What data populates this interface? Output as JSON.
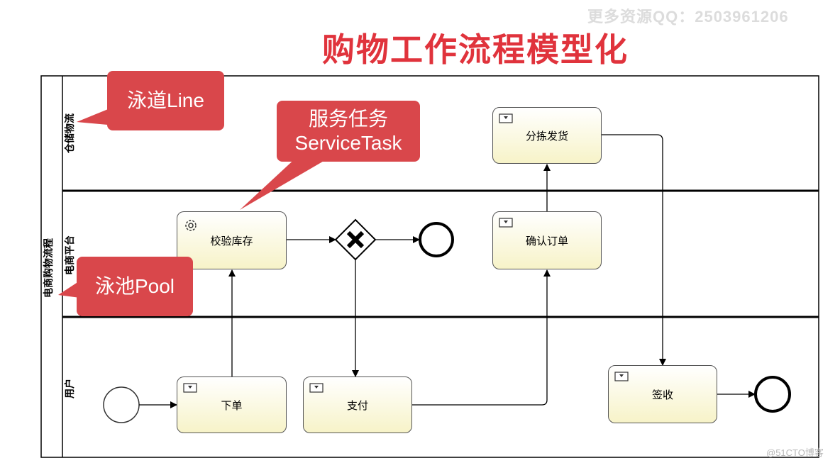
{
  "watermark": "更多资源QQ：2503961206",
  "title": "购物工作流程模型化",
  "pool": {
    "label": "电商购物流程"
  },
  "lanes": {
    "warehouse": "仓储物流",
    "platform": "电商平台",
    "user": "用户"
  },
  "tasks": {
    "check_stock": "校验库存",
    "confirm_order": "确认订单",
    "sort_ship": "分拣发货",
    "place_order": "下单",
    "pay": "支付",
    "sign": "签收"
  },
  "callouts": {
    "lane": "泳道Line",
    "service_task_line1": "服务任务",
    "service_task_line2": "ServiceTask",
    "pool": "泳池Pool"
  },
  "corner_watermark": "@51CTO博客",
  "colors": {
    "title": "#e0333c",
    "callout": "#d9474b",
    "task_fill": "#f7f3c8"
  }
}
